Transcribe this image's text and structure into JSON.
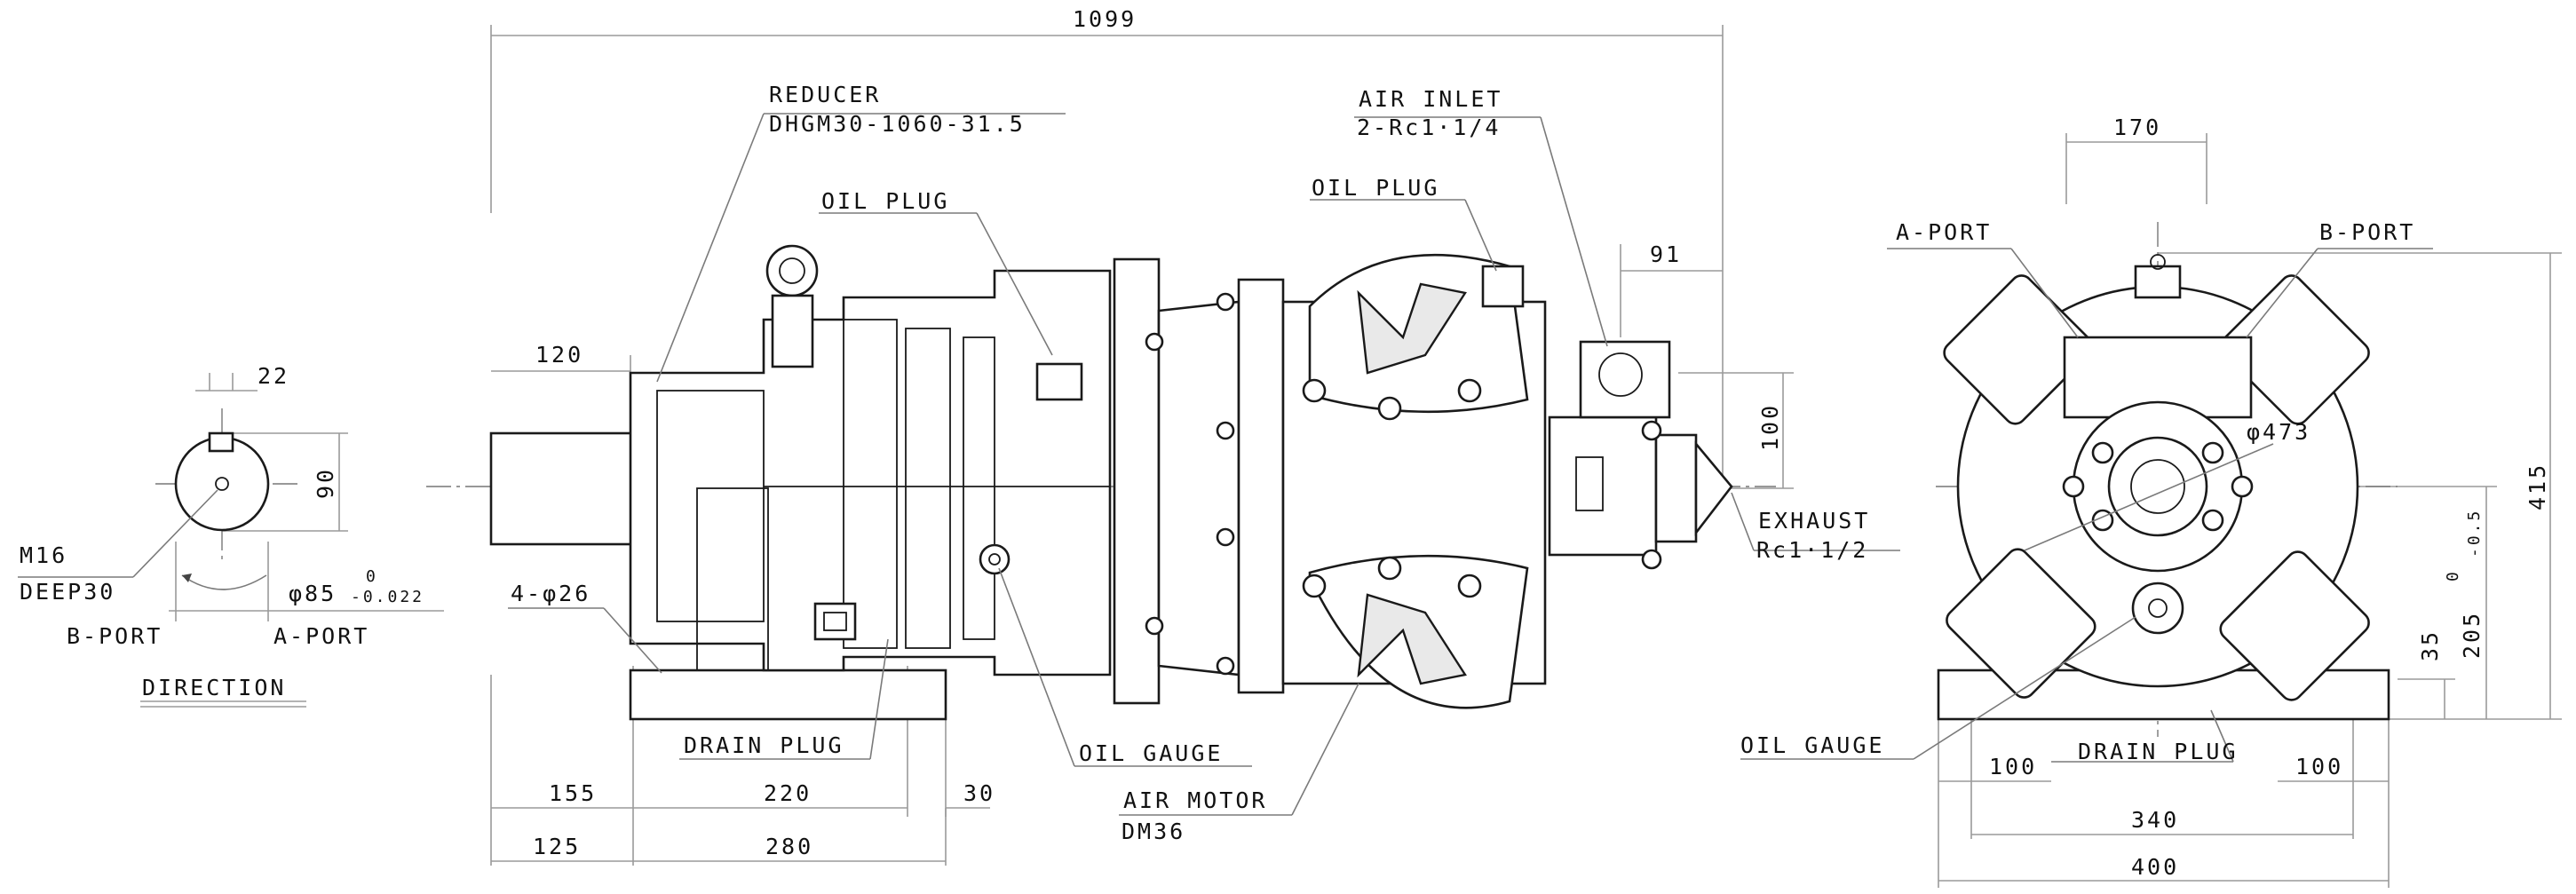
{
  "labels": {
    "reducer": "REDUCER",
    "reducer_model": "DHGM30-1060-31.5",
    "oil_plug_left": "OIL PLUG",
    "oil_plug_right": "OIL PLUG",
    "air_inlet": "AIR INLET",
    "air_inlet_spec": "2-Rc1·1/4",
    "exhaust": "EXHAUST",
    "exhaust_spec": "Rc1·1/2",
    "holes": "4-φ26",
    "drain_plug_side": "DRAIN PLUG",
    "oil_gauge_side": "OIL GAUGE",
    "air_motor": "AIR MOTOR",
    "air_motor_model": "DM36",
    "thread": "M16",
    "thread_depth": "DEEP30",
    "shaft_dia": "φ85",
    "shaft_tol_upper": "0",
    "shaft_tol_lower": "-0.022",
    "b_port_shaft": "B-PORT",
    "a_port_shaft": "A-PORT",
    "direction": "DIRECTION",
    "a_port_end": "A-PORT",
    "b_port_end": "B-PORT",
    "oil_gauge_end": "OIL GAUGE",
    "drain_plug_end": "DRAIN PLUG",
    "bore_dia": "φ473"
  },
  "dimensions": {
    "overall_length": "1099",
    "shaft_ext": "120",
    "inlet_offset": "91",
    "inlet_height": "100",
    "d155": "155",
    "d220": "220",
    "d30": "30",
    "d125": "125",
    "d280": "280",
    "key_width": "22",
    "shaft_height": "90",
    "top_width": "170",
    "overall_height": "415",
    "center_height": "205",
    "center_tol_upper": "0",
    "center_tol_lower": "-0.5",
    "foot_height": "35",
    "left_100": "100",
    "right_100": "100",
    "foot_pitch": "340",
    "foot_width": "400"
  }
}
